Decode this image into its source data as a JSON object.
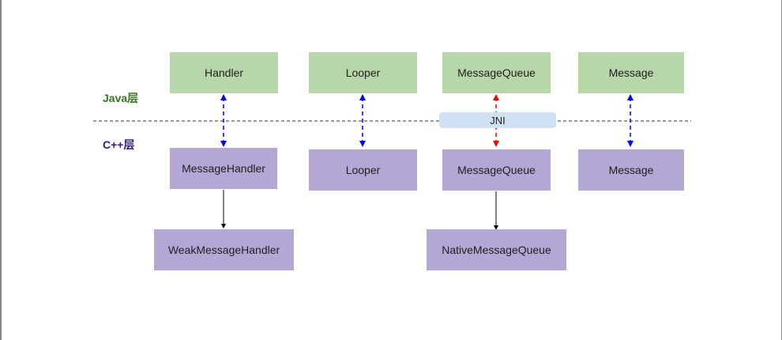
{
  "layers": {
    "java_label": "Java层",
    "cpp_label": "C++层"
  },
  "jni_label": "JNI",
  "java_boxes": [
    "Handler",
    "Looper",
    "MessageQueue",
    "Message"
  ],
  "cpp_boxes": [
    "MessageHandler",
    "Looper",
    "MessageQueue",
    "Message"
  ],
  "derived_boxes": [
    "WeakMessageHandler",
    "NativeMessageQueue"
  ],
  "colors": {
    "java_box": "#b7d7a8",
    "cpp_box": "#b4a7d6",
    "jni_box": "#cfe2f3",
    "java_label": "#38761d",
    "cpp_label": "#351c75",
    "blue_arrow": "#0000ff",
    "red_arrow": "#ff0000"
  }
}
